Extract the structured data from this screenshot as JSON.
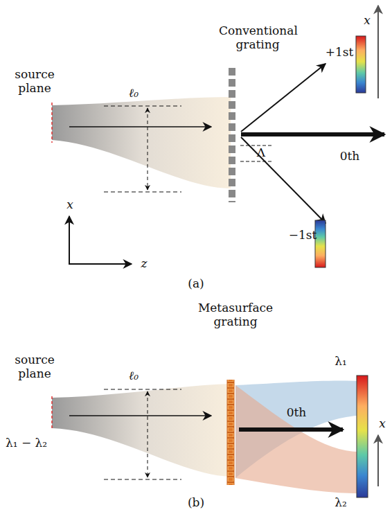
{
  "diagram": {
    "labels": [
      "Conventional grating",
      "source plane",
      "ℓ₀",
      "Λ",
      "+1st",
      "0th",
      "x",
      "−1st",
      "x",
      "z",
      "(a)",
      "Metasurface grating",
      "source plane",
      "λ₁ − λ₂",
      "ℓ₀",
      "λ₁",
      "0th",
      "x",
      "λ₂",
      "(b)"
    ]
  }
}
